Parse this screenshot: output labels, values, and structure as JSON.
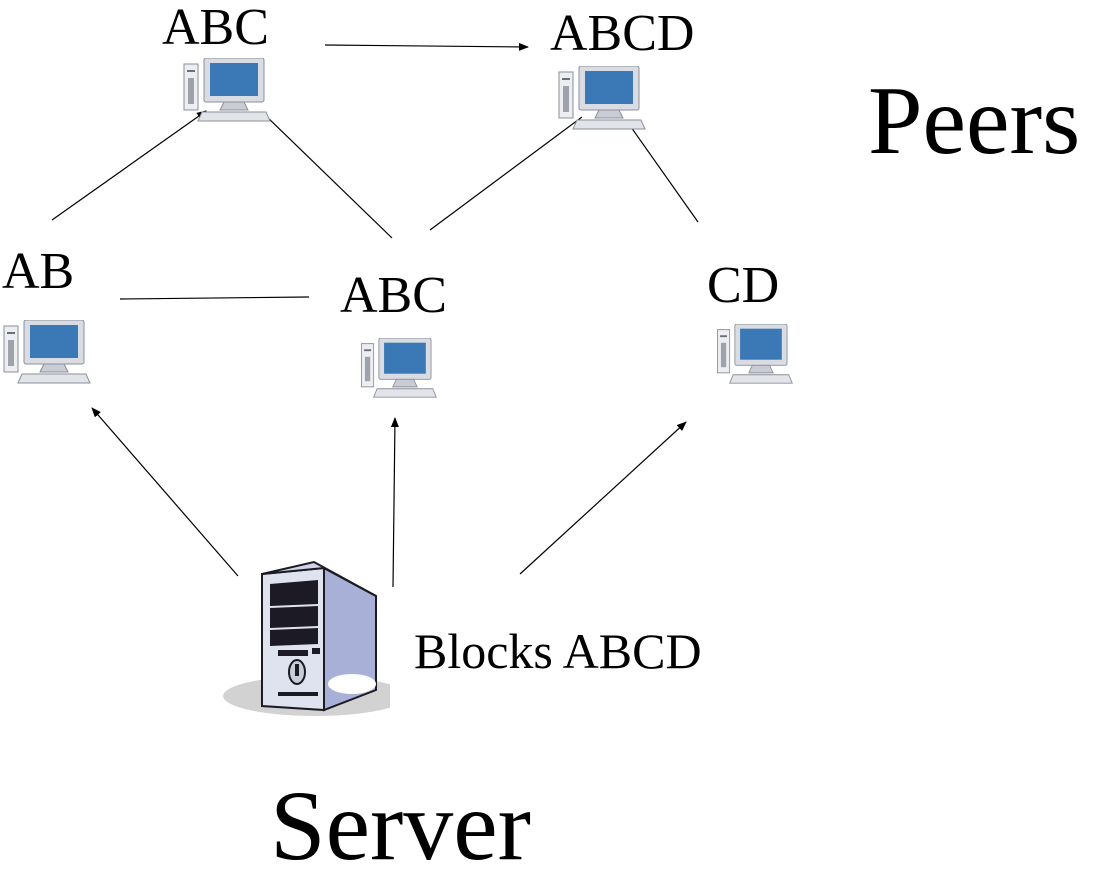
{
  "peers": {
    "title": "Peers",
    "nodes": [
      {
        "id": "peer-top-left",
        "label": "ABC"
      },
      {
        "id": "peer-top-right",
        "label": "ABCD"
      },
      {
        "id": "peer-left",
        "label": "AB"
      },
      {
        "id": "peer-middle",
        "label": "ABC"
      },
      {
        "id": "peer-right",
        "label": "CD"
      }
    ]
  },
  "server": {
    "title": "Server",
    "caption": "Blocks ABCD"
  },
  "icons": {
    "peer": "desktop-computer-icon",
    "server": "server-tower-icon"
  },
  "colors": {
    "line": "#000000",
    "screen": "#3a78b6",
    "monitor_frame": "#d9dce2",
    "server_side": "#a8b0d8",
    "server_front": "#dfe3f0",
    "drive_bay": "#1c1a24"
  }
}
